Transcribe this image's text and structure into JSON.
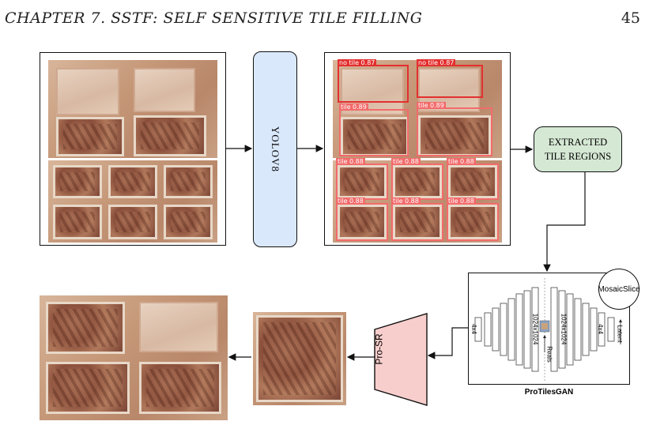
{
  "header": {
    "chapter_title": "CHAPTER 7.  SSTF: SELF SENSITIVE TILE FILLING",
    "page_number": "45"
  },
  "nodes": {
    "yolo": "YOLOV8",
    "extracted": "EXTRACTED TILE REGIONS",
    "mosaic_slice": "MosaicSlice",
    "gan_caption": "ProTilesGAN",
    "pro_sr": "Pro-SR"
  },
  "gan_labels": {
    "left_res_small": "4x4",
    "left_res_large": "1024x1024",
    "reals": "Reals",
    "right_res_large": "1024x1024",
    "right_res_small": "4x4",
    "latent": "Latent"
  },
  "detections": [
    {
      "label": "no tile 0.87"
    },
    {
      "label": "no tile 0.87"
    },
    {
      "label": "tile 0.89"
    },
    {
      "label": "tile 0.89"
    },
    {
      "label": "tile 0.88"
    },
    {
      "label": "tile 0.88"
    },
    {
      "label": "tile 0.88"
    },
    {
      "label": "tile 0.88"
    },
    {
      "label": "tile 0.88"
    },
    {
      "label": "tile 0.88"
    }
  ],
  "colors": {
    "yolo_fill": "#dae8fc",
    "extract_fill": "#d5e8d4",
    "prosr_fill": "#f8cecc",
    "detection_red": "#e3302f"
  }
}
